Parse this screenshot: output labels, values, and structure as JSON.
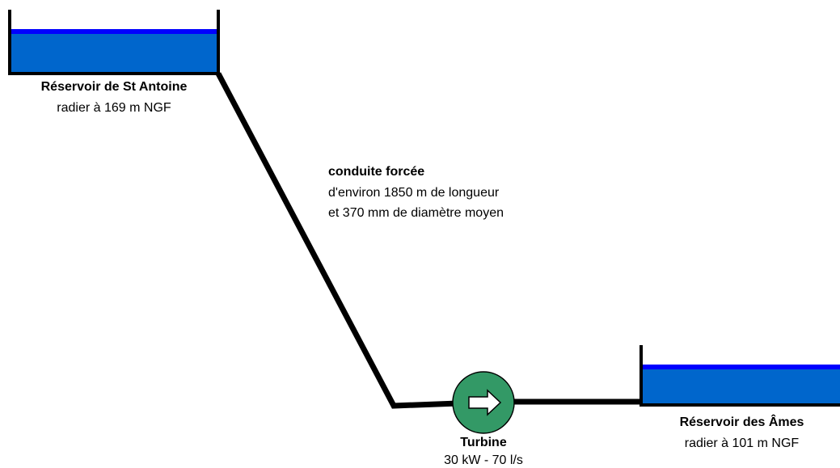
{
  "upper_reservoir": {
    "name": "Réservoir de St Antoine",
    "detail": "radier à 169 m NGF"
  },
  "penstock": {
    "title": "conduite forcée",
    "line1": "d'environ 1850 m de longueur",
    "line2": "et 370 mm de diamètre moyen"
  },
  "turbine": {
    "name": "Turbine",
    "detail": "30 kW - 70 l/s"
  },
  "lower_reservoir": {
    "name": "Réservoir des Âmes",
    "detail": "radier à 101 m NGF"
  },
  "colors": {
    "water": "#0066cc",
    "water_surface": "#0000ff",
    "turbine_fill": "#339966",
    "pipe": "#000000"
  }
}
